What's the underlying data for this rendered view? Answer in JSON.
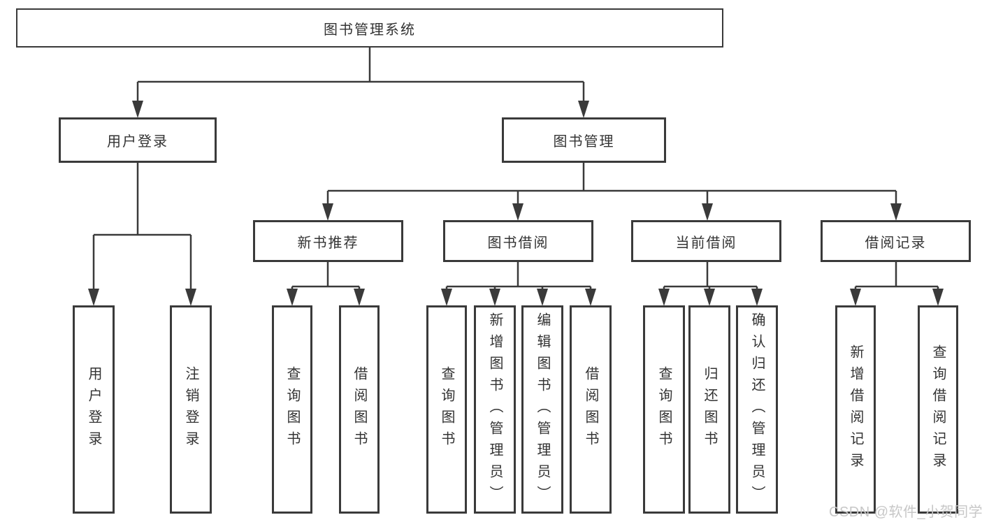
{
  "diagram": {
    "root": {
      "label": "图书管理系统"
    },
    "user_login": {
      "label": "用户登录",
      "children": [
        {
          "label": "用户登录"
        },
        {
          "label": "注销登录"
        }
      ]
    },
    "book_mgmt": {
      "label": "图书管理",
      "children": [
        {
          "label": "新书推荐",
          "children": [
            {
              "label": "查询图书"
            },
            {
              "label": "借阅图书"
            }
          ]
        },
        {
          "label": "图书借阅",
          "children": [
            {
              "label": "查询图书"
            },
            {
              "label": "新增图书（管理员）"
            },
            {
              "label": "编辑图书（管理员）"
            },
            {
              "label": "借阅图书"
            }
          ]
        },
        {
          "label": "当前借阅",
          "children": [
            {
              "label": "查询图书"
            },
            {
              "label": "归还图书"
            },
            {
              "label": "确认归还（管理员）"
            }
          ]
        },
        {
          "label": "借阅记录",
          "children": [
            {
              "label": "新增借阅记录"
            },
            {
              "label": "查询借阅记录"
            }
          ]
        }
      ]
    }
  },
  "watermark": {
    "text": "CSDN @软件_小贺同学"
  },
  "colors": {
    "line": "#3a3a3a",
    "text": "#333333",
    "watermark": "#c7c7c7",
    "background": "#ffffff"
  }
}
